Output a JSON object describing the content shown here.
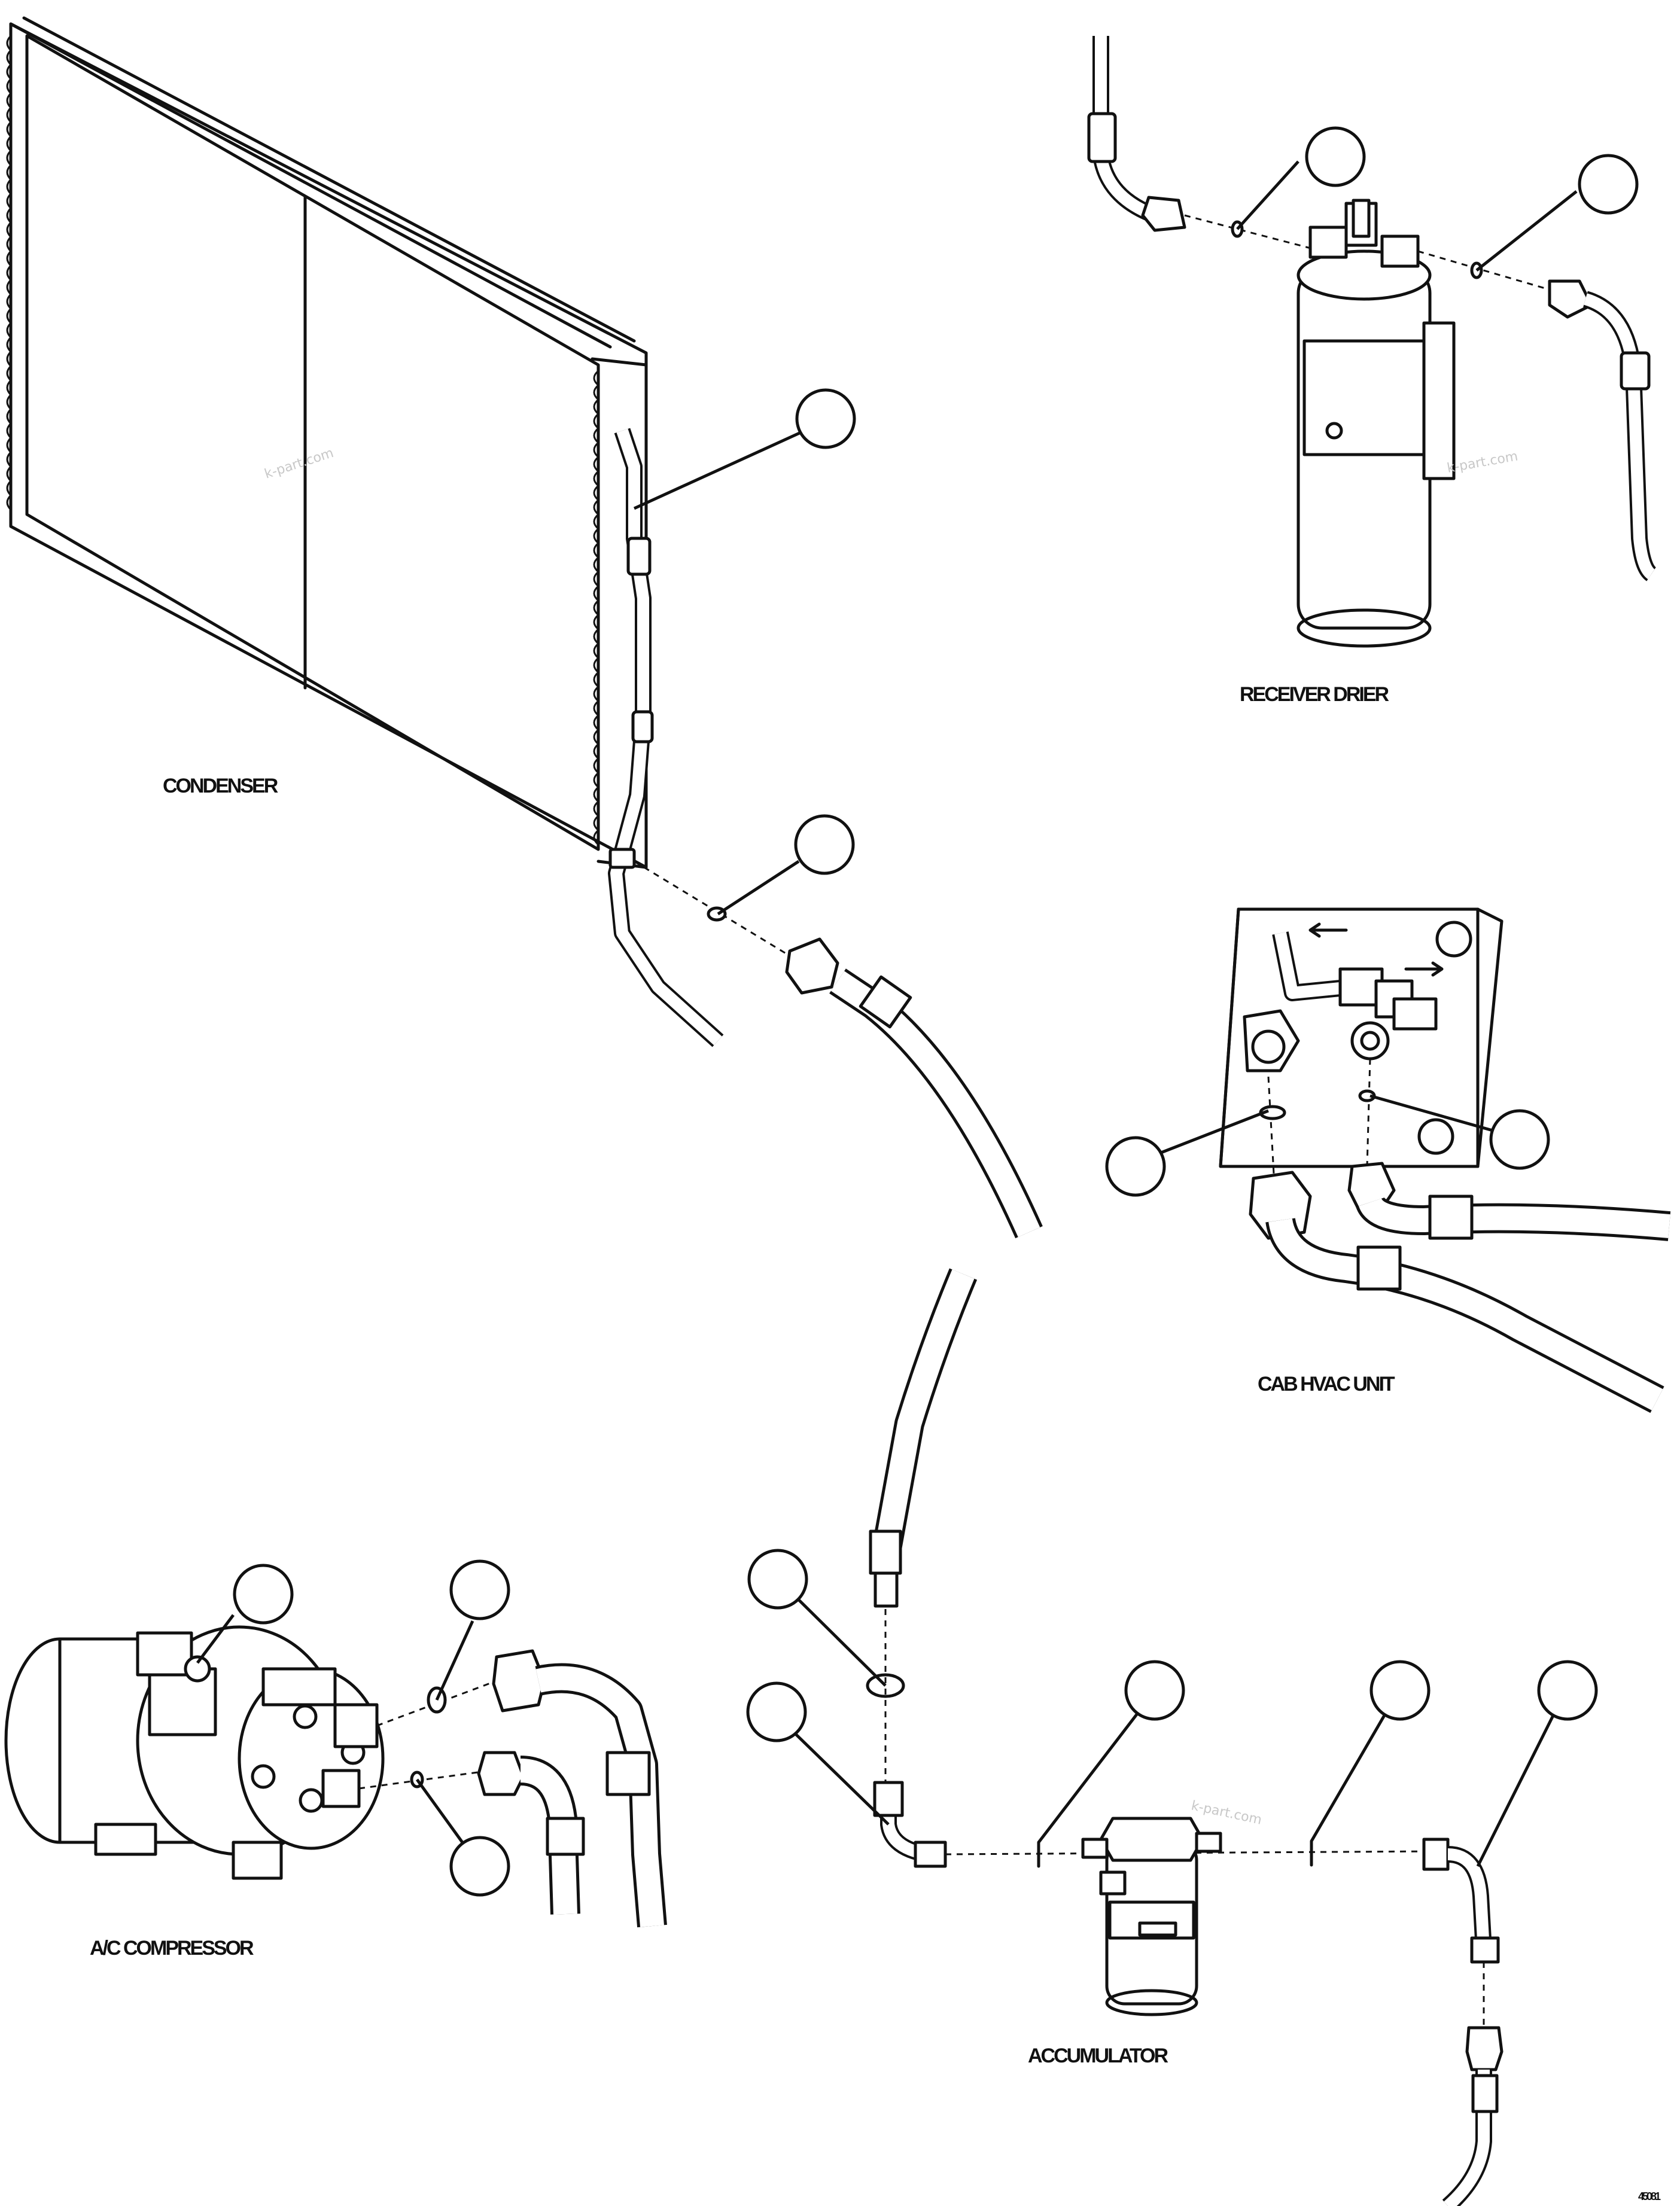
{
  "labels": {
    "condenser": "CONDENSER",
    "receiver_drier": "RECEIVER DRIER",
    "cab_hvac_unit": "CAB HVAC UNIT",
    "ac_compressor": "A/C COMPRESSOR",
    "accumulator": "ACCUMULATOR",
    "figure_id": "45081"
  },
  "watermark": "k-part.com",
  "colors": {
    "line": "#111111",
    "background": "#ffffff",
    "watermark": "#c8c8c8"
  }
}
